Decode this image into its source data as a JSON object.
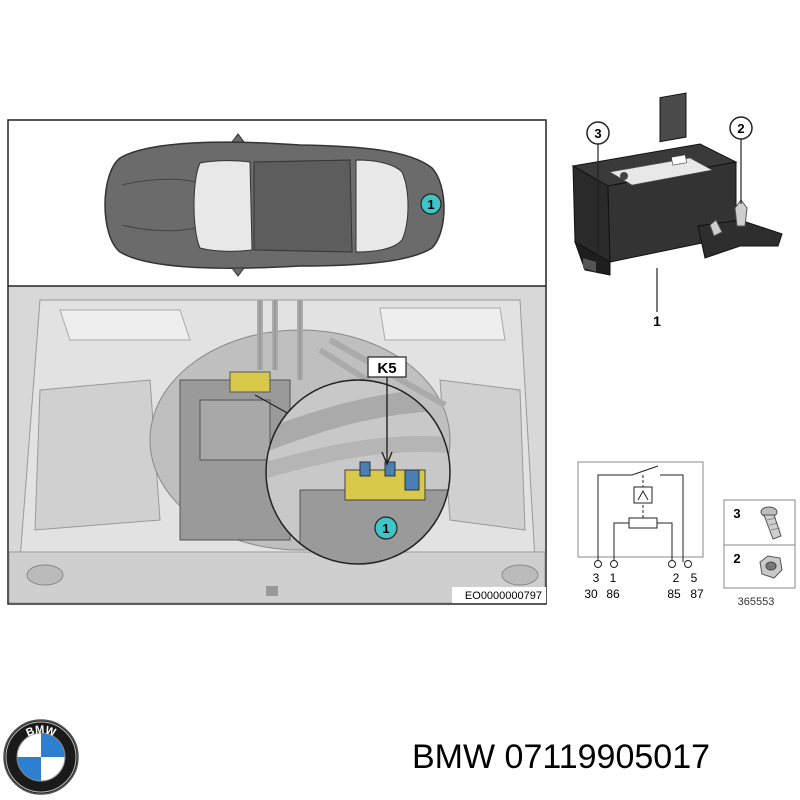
{
  "callouts": {
    "car_position": "1",
    "trunk_inset_position": "1",
    "relay_housing": "1",
    "relay_pin_upper": "2",
    "relay_pin_side": "3"
  },
  "location_label": "K5",
  "illustration_code": "EO0000000797",
  "schematic": {
    "pins": [
      "3",
      "1",
      "2",
      "5"
    ],
    "terminals": [
      "30",
      "86",
      "85",
      "87"
    ]
  },
  "hardware": {
    "items": [
      {
        "index": "3",
        "icon": "screw-icon"
      },
      {
        "index": "2",
        "icon": "nut-icon"
      }
    ],
    "code": "365553"
  },
  "logo": {
    "text": "BMW",
    "icon": "bmw-roundel-icon"
  },
  "caption": "BMW 07119905017",
  "colors": {
    "callout_teal": "#3fc5c8",
    "panel_grey": "#d8d8d8",
    "car_body": "#6b6b6b"
  }
}
